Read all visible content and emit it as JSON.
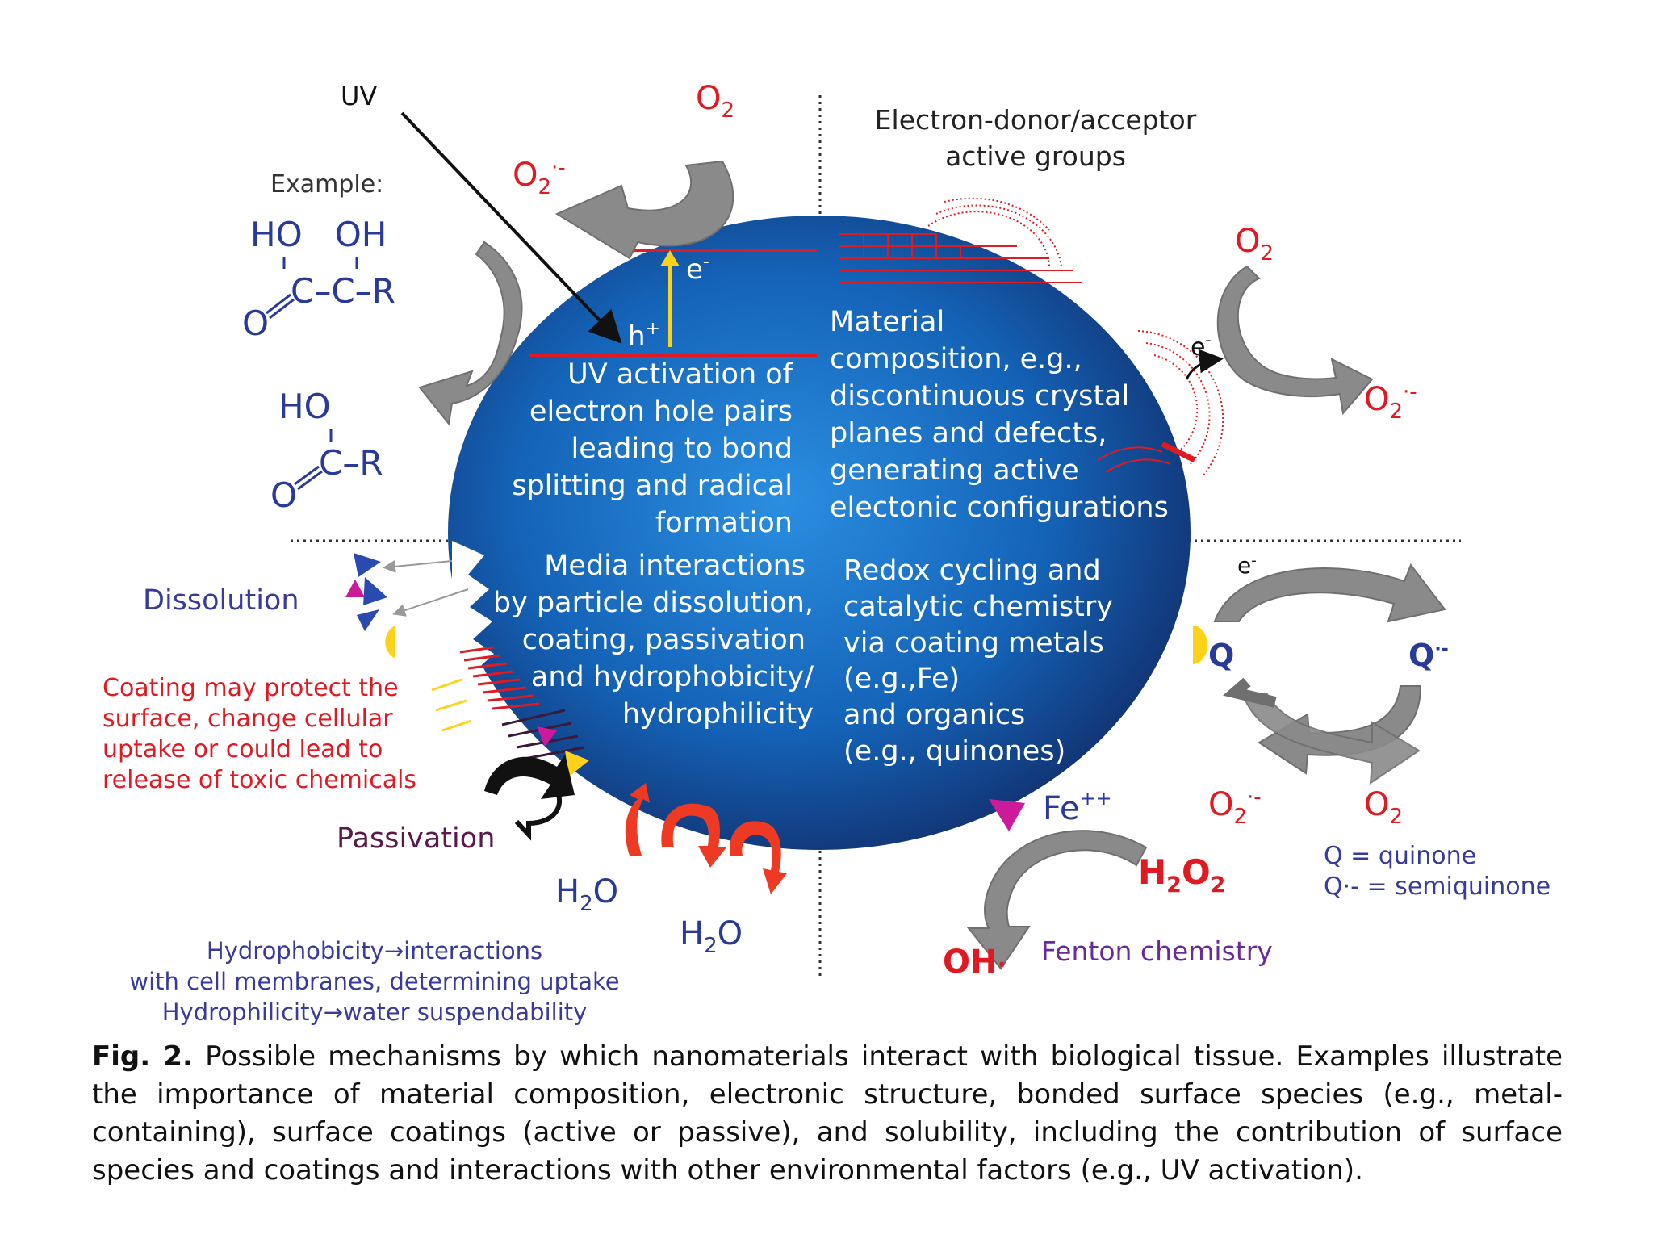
{
  "colors": {
    "sphere_dark": "#12306e",
    "sphere_mid": "#1463b8",
    "sphere_light": "#2b8ee0",
    "red": "#e01a22",
    "blue_text": "#3a3a9a",
    "purple_text": "#6a2a9a",
    "arrow_gray": "#8a8a8a",
    "yellow": "#ffd21a",
    "magenta": "#cc1a9a"
  },
  "labels": {
    "uv": "UV",
    "o2_top": "O",
    "o2_top_sub": "2",
    "o2_rad_top": "O",
    "o2_rad_top_sub": "2",
    "o2_rad_top_sup": "·-",
    "example": "Example:",
    "ho_oh": "HO   OH",
    "ccr": "C–C–R",
    "o_left1": "O",
    "ho": "HO",
    "cr": "C–R",
    "o_left2": "O",
    "e_top": "e",
    "e_top_sup": "-",
    "h_plus": "h",
    "h_plus_sup": "+",
    "uv_box": [
      "UV activation of",
      "electron hole pairs",
      "leading to bond",
      "splitting and radical",
      "formation"
    ],
    "edag_title": [
      "Electron-donor/acceptor",
      "active groups"
    ],
    "o2_right": "O",
    "o2_right_sub": "2",
    "e_right": "e",
    "e_right_sup": "-",
    "o2_rad_right": "O",
    "o2_rad_right_sub": "2",
    "o2_rad_right_sup": "·-",
    "material": [
      "Material",
      "composition, e.g.,",
      "discontinuous crystal",
      "planes and defects,",
      "generating active",
      "electonic configurations"
    ],
    "dissolution": "Dissolution",
    "coating": [
      "Coating may protect the",
      "surface, change cellular",
      "uptake or could lead to",
      "release of toxic chemicals"
    ],
    "passivation": "Passivation",
    "media": [
      "Media interactions",
      "by particle dissolution,",
      "coating, passivation",
      "and hydrophobicity/",
      "hydrophilicity"
    ],
    "h2o_1": "H",
    "h2o_1_sub": "2",
    "h2o_1_end": "O",
    "h2o_2": "H",
    "h2o_2_sub": "2",
    "h2o_2_end": "O",
    "hydro": [
      "Hydrophobicity→interactions",
      "with cell membranes, determining uptake",
      "Hydrophilicity→water suspendability"
    ],
    "redox": [
      "Redox cycling and",
      "catalytic chemistry",
      "via coating metals",
      "(e.g.,Fe)",
      "and organics",
      "(e.g., quinones)"
    ],
    "e_redox": "e",
    "e_redox_sup": "-",
    "q": "Q",
    "q_minus": "Q",
    "q_minus_sup": "·-",
    "o2_rad_bottom": "O",
    "o2_rad_bottom_sub": "2",
    "o2_rad_bottom_sup": "·-",
    "o2_bottom": "O",
    "o2_bottom_sub": "2",
    "q_legend1": "Q = quinone",
    "q_legend2": "Q·- = semiquinone",
    "fe": "Fe",
    "fe_sup": "++",
    "h2o2": "H",
    "h2o2_sub1": "2",
    "h2o2_mid": "O",
    "h2o2_sub2": "2",
    "oh": "OH",
    "oh_dot": "·",
    "fenton": "Fenton chemistry"
  },
  "caption": {
    "label": "Fig. 2.",
    "text": " Possible mechanisms by which nanomaterials interact with biological tissue. Examples illustrate the importance of material composition, electronic structure, bonded surface species (e.g., metal-containing), surface coatings (active or passive), and solubility, including the contribution of surface species and coatings and interactions with other environmental factors (e.g., UV activation)."
  }
}
